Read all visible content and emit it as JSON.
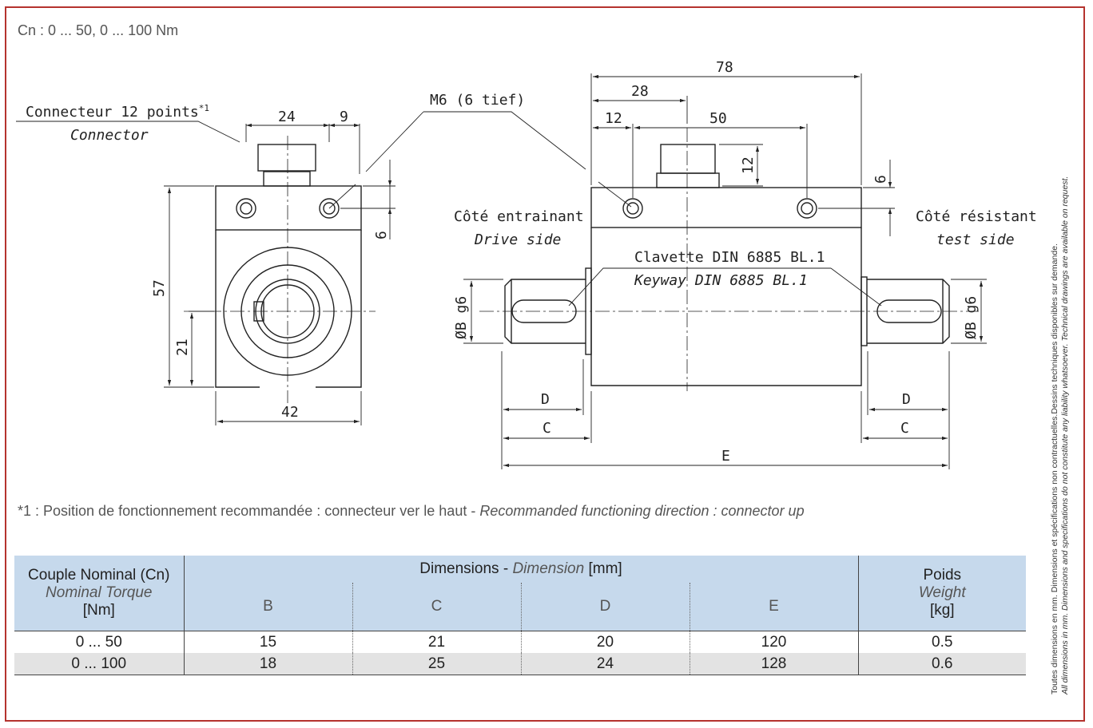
{
  "header": {
    "range": "Cn : 0 ... 50, 0 ... 100 Nm"
  },
  "drawing": {
    "connector_fr": "Connecteur 12 points",
    "connector_sup": "*1",
    "connector_en": "Connector",
    "thread": "M6 (6 tief)",
    "drive_fr": "Côté entrainant",
    "drive_en": "Drive side",
    "test_fr": "Côté résistant",
    "test_en": "test side",
    "key_fr": "Clavette DIN 6885 BL.1",
    "key_en": "Keyway DIN 6885 BL.1",
    "dim_24": "24",
    "dim_9": "9",
    "dim_6": "6",
    "dim_57": "57",
    "dim_21": "21",
    "dim_42": "42",
    "dim_78": "78",
    "dim_28": "28",
    "dim_12": "12",
    "dim_50": "50",
    "dim_12v": "12",
    "dim_6r": "6",
    "dim_b_left": "ØB g6",
    "dim_b_right": "ØB g6",
    "dim_d": "D",
    "dim_c": "C",
    "dim_e": "E"
  },
  "footnote": {
    "fr": "*1 : Position de fonctionnement recommandée : connecteur ver le haut - ",
    "en": "Recommanded functioning direction : connector up"
  },
  "side_note": {
    "fr": "Toutes dimensions en mm. Dimensions et spécifications non contractuelles.Dessins techniques disponibles sur demande.",
    "en": "All dimensions in mm. Dimensions and specifications do not constitute any liability whatsoever. Technical drawings are available on request."
  },
  "table": {
    "torque_fr": "Couple Nominal (Cn)",
    "torque_en": "Nominal Torque",
    "torque_unit": "[Nm]",
    "dims_fr": "Dimensions - ",
    "dims_en": "Dimension",
    "dims_unit": " [mm]",
    "weight_fr": "Poids",
    "weight_en": "Weight",
    "weight_unit": "[kg]",
    "col_b": "B",
    "col_c": "C",
    "col_d": "D",
    "col_e": "E",
    "rows": [
      {
        "range": "0 ... 50",
        "b": "15",
        "c": "21",
        "d": "20",
        "e": "120",
        "w": "0.5"
      },
      {
        "range": "0 ... 100",
        "b": "18",
        "c": "25",
        "d": "24",
        "e": "128",
        "w": "0.6"
      }
    ]
  },
  "colors": {
    "frame": "#b5332e",
    "header_bg": "#c6d9ec",
    "row_alt": "#e3e3e3"
  }
}
